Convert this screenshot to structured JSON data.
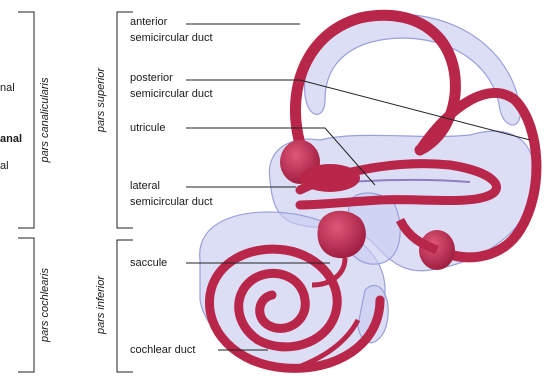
{
  "left_fragments": [
    "nal",
    "anal",
    "al"
  ],
  "groups": {
    "pars_canalicularis": "pars canalicularis",
    "pars_cochlearis": "pars cochlearis",
    "pars_superior": "pars superior",
    "pars_inferior": "pars inferior"
  },
  "labels": {
    "anterior_line1": "anterior",
    "anterior_line2": "semicircular duct",
    "posterior_line1": "posterior",
    "posterior_line2": "semicircular duct",
    "utricule": "utricule",
    "lateral_line1": "lateral",
    "lateral_line2": "semicircular duct",
    "saccule": "saccule",
    "cochlear_duct": "cochlear duct"
  },
  "colors": {
    "duct_red": "#b8264a",
    "membrane_blue": "#c9cdf0",
    "membrane_edge": "#9aa0d8",
    "line": "#222222"
  }
}
